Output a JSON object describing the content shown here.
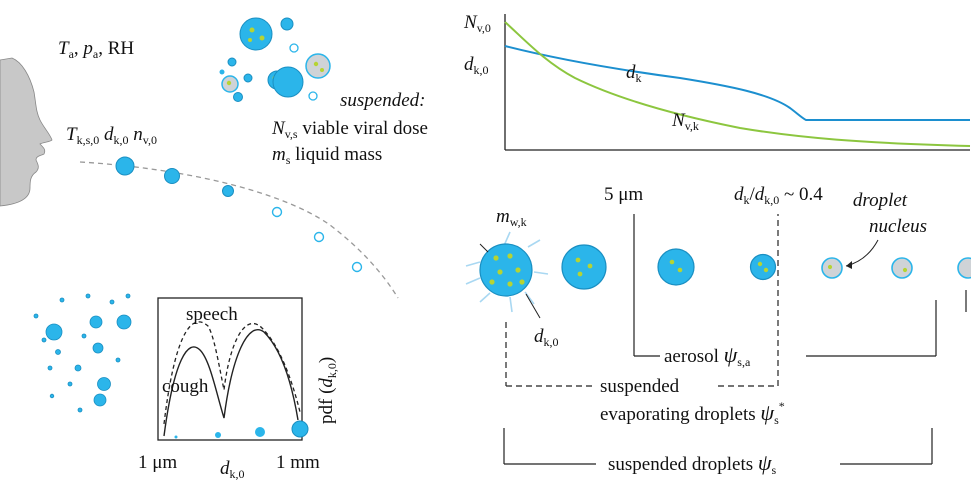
{
  "colors": {
    "droplet_fill": "#2bb5ea",
    "droplet_stroke": "#1a8fc2",
    "nucleus_fill": "#cfd3d7",
    "nucleus_stroke": "#2bb5ea",
    "virion": "#b6d433",
    "curve_dk": "#1c8fcf",
    "curve_nv": "#8cc63f",
    "head_fill": "#c8c8c8",
    "trajectory": "#999999",
    "vapour_arrow": "#a9d8f2"
  },
  "ambient": {
    "T": "T",
    "T_sub": "a",
    "p": "p",
    "p_sub": "a",
    "rh": "RH"
  },
  "emission": {
    "T": "T",
    "T_sub": "k,s,0",
    "d": "d",
    "d_sub": "k,0",
    "n": "n",
    "n_sub": "v,0"
  },
  "suspended": {
    "title": "suspended:",
    "dose_sym": "N",
    "dose_sub": "v,s",
    "dose_text": "viable viral dose",
    "mass_sym": "m",
    "mass_sub": "s",
    "mass_text": "liquid mass"
  },
  "decay_plot": {
    "y_label_top": "N",
    "y_label_top_sub": "v,0",
    "y_label_mid": "d",
    "y_label_mid_sub": "k,0",
    "curve_dk_label": "d",
    "curve_dk_label_sub": "k",
    "curve_nv_label": "N",
    "curve_nv_label_sub": "v,k"
  },
  "evaporation": {
    "size_label": "5 μm",
    "ratio_label_d": "d",
    "ratio_label_sub1": "k",
    "ratio_label_d2": "d",
    "ratio_label_sub2": "k,0",
    "ratio_value": "~ 0.4",
    "vapour_sym": "m",
    "vapour_sub": "w,k",
    "diam_sym": "d",
    "diam_sub": "k,0",
    "nucleus_label_1": "droplet",
    "nucleus_label_2": "nucleus",
    "aerosol_text": "aerosol",
    "aerosol_sym": "ψ",
    "aerosol_sub": "s,a",
    "evap_line1": "suspended",
    "evap_line2": "evaporating droplets",
    "evap_sym": "ψ",
    "evap_sub": "s",
    "evap_sup": "*",
    "susp_text": "suspended droplets",
    "susp_sym": "ψ",
    "susp_sub": "s"
  },
  "size_pdf": {
    "curve_speech": "speech",
    "curve_cough": "cough",
    "x_min_label": "1 μm",
    "x_max_label": "1 mm",
    "x_label": "d",
    "x_label_sub": "k,0",
    "y_label": "pdf (",
    "y_label_d": "d",
    "y_label_sub": "k,0",
    "y_label_close": ")"
  }
}
